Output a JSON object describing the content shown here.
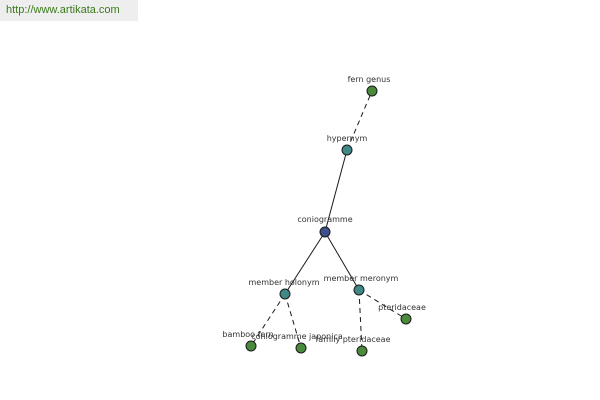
{
  "banner": {
    "url": "http://www.artikata.com"
  },
  "colors": {
    "url_text": "#3a7a1a",
    "banner_bg": "#eeeeee",
    "center_node": "#3e4f8c",
    "relation_node": "#3f8a86",
    "leaf_node": "#4a8a3c"
  },
  "graph": {
    "nodes": [
      {
        "id": "fern-genus",
        "label": "fern genus",
        "kind": "leaf_node"
      },
      {
        "id": "hypernym",
        "label": "hypernym",
        "kind": "relation_node"
      },
      {
        "id": "coniogramme",
        "label": "coniogramme",
        "kind": "center_node"
      },
      {
        "id": "member-holonym",
        "label": "member holonym",
        "kind": "relation_node"
      },
      {
        "id": "member-meronym",
        "label": "member meronym",
        "kind": "relation_node"
      },
      {
        "id": "pteridaceae",
        "label": "pteridaceae",
        "kind": "leaf_node"
      },
      {
        "id": "bamboo-fern",
        "label": "bamboo fern",
        "kind": "leaf_node"
      },
      {
        "id": "coniogramme-japonica",
        "label": "coniogramme japonica",
        "kind": "leaf_node"
      },
      {
        "id": "family-pteridaceae",
        "label": "family pteridaceae",
        "kind": "leaf_node"
      }
    ],
    "edges": [
      {
        "from": "hypernym",
        "to": "fern-genus",
        "style": "dashed"
      },
      {
        "from": "coniogramme",
        "to": "hypernym",
        "style": "solid"
      },
      {
        "from": "coniogramme",
        "to": "member-holonym",
        "style": "solid"
      },
      {
        "from": "coniogramme",
        "to": "member-meronym",
        "style": "solid"
      },
      {
        "from": "member-holonym",
        "to": "bamboo-fern",
        "style": "dashed"
      },
      {
        "from": "member-holonym",
        "to": "coniogramme-japonica",
        "style": "dashed"
      },
      {
        "from": "member-meronym",
        "to": "family-pteridaceae",
        "style": "dashed"
      },
      {
        "from": "member-meronym",
        "to": "pteridaceae",
        "style": "dashed"
      }
    ]
  }
}
